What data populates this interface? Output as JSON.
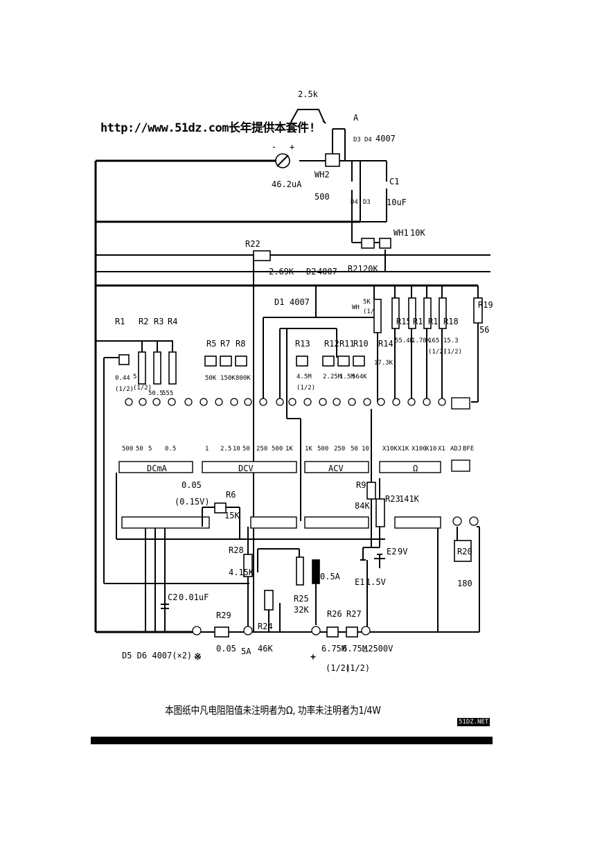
{
  "header": {
    "url_text": "http://www.51dz.com长年提供本套件!"
  },
  "meter": {
    "range_label": "2.5k",
    "movement_label": "46.2uA",
    "terminal_a": "A",
    "minus": "-",
    "plus": "+"
  },
  "top_parts": {
    "wh2": "WH2",
    "wh2_val": "500",
    "d3": "D3",
    "d4_top": "D4",
    "diode_type": "4007",
    "d4": "D4",
    "d3_bottom": "D3",
    "c1": "C1",
    "c1_val": "10uF",
    "wh1": "WH1",
    "wh1_val": "10K",
    "r22": "R22",
    "r22_val": "2.69K",
    "d2": "D2",
    "d2_val": "4007",
    "r21": "R21",
    "r21_val": "20K",
    "d1": "D1",
    "d1_val": "4007",
    "r19": "R19",
    "r19_val": "56"
  },
  "resistors_upper": [
    {
      "name": "R1",
      "val": "0.44",
      "sub": "(1/2)"
    },
    {
      "name": "R2",
      "val": "5",
      "sub": "(1/2)"
    },
    {
      "name": "R3",
      "val": "50.5"
    },
    {
      "name": "R4",
      "val": "555"
    },
    {
      "name": "R5",
      "val": "50K"
    },
    {
      "name": "R7",
      "val": "150K"
    },
    {
      "name": "R8",
      "val": "800K"
    },
    {
      "name": "R13",
      "val": "4.5M",
      "sub": "(1/2)"
    },
    {
      "name": "R12",
      "val": "2.25M"
    },
    {
      "name": "R11",
      "val": "1.5M"
    },
    {
      "name": "R10",
      "val": "564K"
    },
    {
      "name": "R14",
      "val": "17.3K"
    },
    {
      "name": "R15",
      "val": "55.4K"
    },
    {
      "name": "R16",
      "val": "1.78K"
    },
    {
      "name": "R17",
      "val": "165",
      "sub": "(1/2)"
    },
    {
      "name": "R18",
      "val": "15.3",
      "sub": "(1/2)"
    }
  ],
  "wh_small": {
    "label": "WH",
    "val_top": "5K",
    "val_bot": "(1/2)"
  },
  "switch_ranges": {
    "dca": {
      "name": "DCmA",
      "ticks": [
        "500",
        "50",
        "5",
        "0.5"
      ]
    },
    "dcv": {
      "name": "DCV",
      "ticks": [
        "1",
        "2.5",
        "10",
        "50",
        "250",
        "500",
        "1K"
      ]
    },
    "acv": {
      "name": "ACV",
      "ticks": [
        "1K",
        "500",
        "250",
        "50",
        "10"
      ]
    },
    "ohm": {
      "name": "Ω",
      "ticks": [
        "X10K",
        "X1K",
        "X100",
        "X10",
        "X1"
      ]
    },
    "adj": [
      "ADJ",
      "BFE"
    ]
  },
  "lower_parts": {
    "r6_note_val": "0.05",
    "r6_note_sub": "(0.15V)",
    "r6": "R6",
    "r6_val": "15K",
    "r9": "R9",
    "r9_val": "84K",
    "r23": "R23",
    "r23_val": "141K",
    "r28": "R28",
    "r28_val": "4.15K",
    "fuse": "0.5A",
    "r25": "R25",
    "r25_val": "32K",
    "e2": "E2",
    "e2_val": "9V",
    "e1": "E1",
    "e1_val": "1.5V",
    "r20": "R20",
    "r20_val": "180",
    "c2": "C2",
    "c2_val": "0.01uF",
    "r29": "R29",
    "r29_val": "0.05",
    "r24": "R24",
    "r24_val": "46K",
    "r26": "R26",
    "r26_val": "6.75M",
    "r26_sub": "(1/2)",
    "r27": "R27",
    "r27_val": "6.75M",
    "r27_sub": "(1/2)",
    "hv": "△2500V"
  },
  "bottom_labels": {
    "diodes": "D5 D6 4007(×2)",
    "com": "※",
    "fiveA": "5A",
    "plus": "+"
  },
  "footer": {
    "note": "本图纸中凡电阻阻值未注明者为Ω, 功率未注明者为1/4W",
    "watermark": "51DZ.NET"
  }
}
